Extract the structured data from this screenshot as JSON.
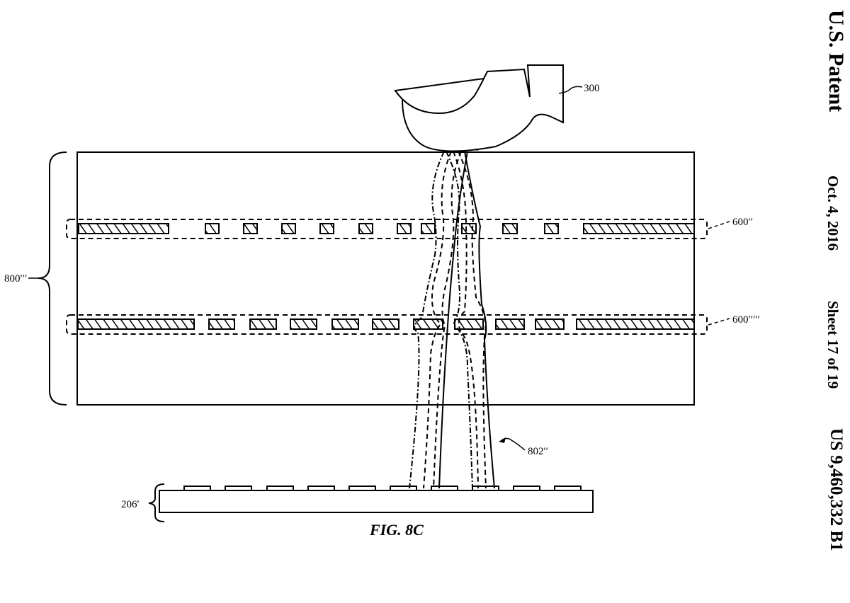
{
  "header": {
    "title": "U.S. Patent",
    "date": "Oct. 4, 2016",
    "sheet": "Sheet 17 of 19",
    "patent_number": "US 9,460,332 B1"
  },
  "figure": {
    "caption": "FIG. 8C",
    "labels": {
      "finger": "300",
      "stack": "800′′′",
      "layer_upper": "600′′",
      "layer_lower": "600′′′′′",
      "light_paths": "802′′",
      "sensor": "206′"
    }
  }
}
